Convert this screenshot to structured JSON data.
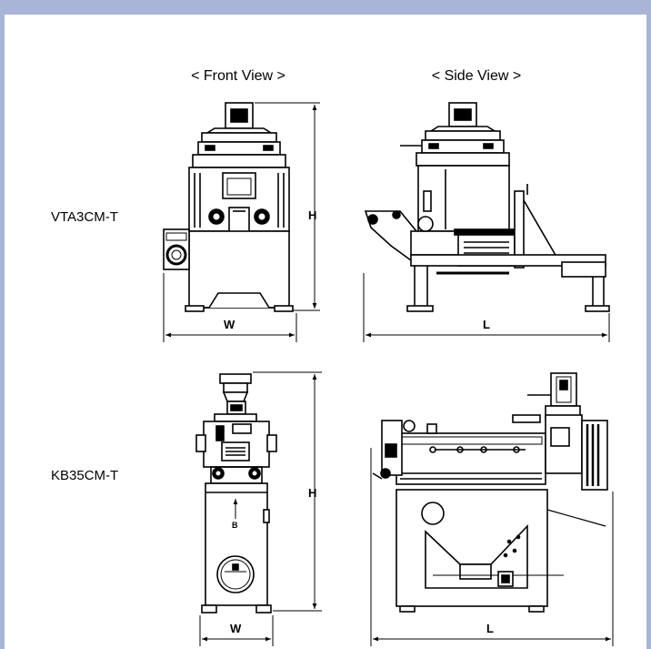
{
  "headers": {
    "front_view": "< Front View >",
    "side_view": "< Side View >"
  },
  "models": [
    {
      "name": "VTA3CM-T"
    },
    {
      "name": "KB35CM-T"
    }
  ],
  "dimensions": {
    "height": "H",
    "width": "W",
    "length": "L",
    "arrow_b": "B"
  }
}
